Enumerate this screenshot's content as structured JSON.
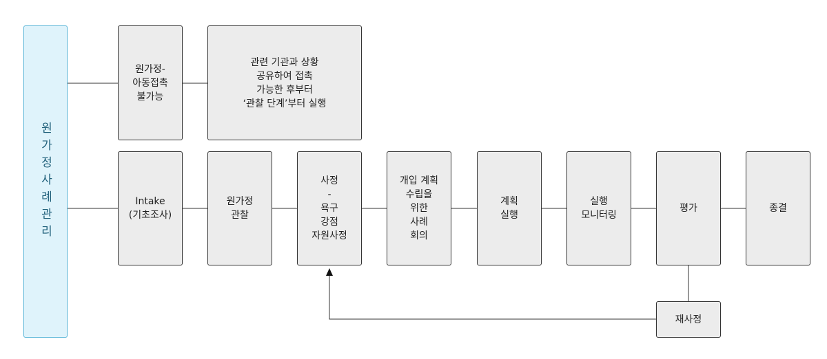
{
  "side_label": "원가정사례관리",
  "top_row": {
    "unreachable": "원가정-\n아동접촉\n불가능",
    "observe_first": "관련 기관과 상황\n공유하여 접촉\n가능한 후부터\n‘관찰 단계’부터 실행"
  },
  "steps": [
    "Intake\n(기초조사)",
    "원가정\n관찰",
    "사정\n-\n욕구\n강점\n자원사정",
    "개입 계획\n수립을\n위한\n사례\n회의",
    "계획\n실행",
    "실행\n모니터링",
    "평가",
    "종결"
  ],
  "reassess": "재사정"
}
